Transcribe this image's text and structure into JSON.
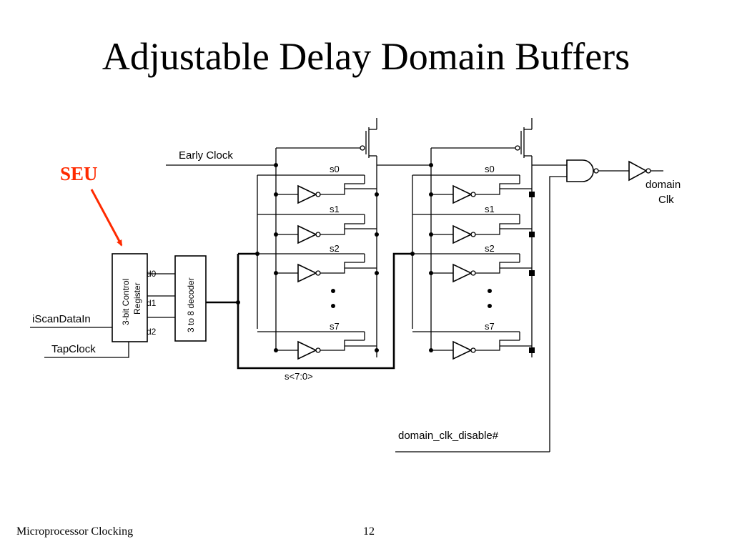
{
  "slide": {
    "title": "Adjustable Delay Domain Buffers",
    "footer_left": "Microprocessor Clocking",
    "page_number": "12"
  },
  "annotation": {
    "label": "SEU",
    "color": "#ff2a00"
  },
  "circuit": {
    "early_clock": "Early Clock",
    "iscan_data_in": "iScanDataIn",
    "tap_clock": "TapClock",
    "control_register": [
      "3-bit Control",
      "Register"
    ],
    "decoder": "3 to 8 decoder",
    "d_outputs": [
      "d0",
      "d1",
      "d2"
    ],
    "select_labels": [
      "s0",
      "s1",
      "s2",
      "s7"
    ],
    "bus_label": "s<7:0>",
    "output_label": [
      "domain",
      "Clk"
    ],
    "disable_label": "domain_clk_disable#"
  }
}
